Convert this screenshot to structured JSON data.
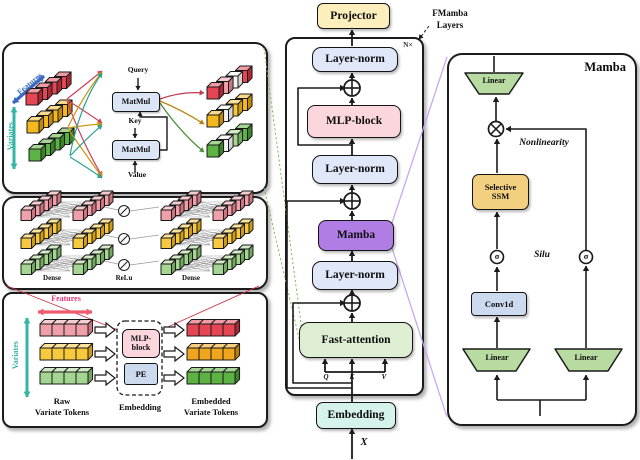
{
  "fmamba": {
    "projector": "Projector",
    "layer_norm": "Layer-norm",
    "mlp_block": "MLP-block",
    "mamba": "Mamba",
    "fast_attention": "Fast-attention",
    "embedding": "Embedding",
    "n_times": "N×",
    "fmamba_label_line1": "FMamba",
    "fmamba_label_line2": "Layers",
    "q": "Q",
    "k": "K",
    "v": "V",
    "x_input": "X"
  },
  "attention_panel": {
    "features": "Features",
    "variates": "Variates",
    "query": "Query",
    "key": "Key",
    "value": "Value",
    "matmul": "MatMul"
  },
  "dense_panel": {
    "dense_left": "Dense",
    "relu": "ReLu",
    "dense_right": "Dense"
  },
  "embedding_panel": {
    "features": "Features",
    "variates": "Variates",
    "mlp_line1": "MLP-",
    "mlp_line2": "block",
    "pe": "PE",
    "raw_line1": "Raw",
    "raw_line2": "Variate Tokens",
    "embedding": "Embedding",
    "embedded_line1": "Embedded",
    "embedded_line2": "Variate Tokens"
  },
  "mamba_panel": {
    "title": "Mamba",
    "linear_top": "Linear",
    "linear_left": "Linear",
    "linear_right": "Linear",
    "nonlinearity": "Nonlinearity",
    "ssm_line1": "Selective",
    "ssm_line2": "SSM",
    "silu": "Silu",
    "conv1d": "Conv1d",
    "sigma_left": "σ",
    "sigma_right": "σ"
  },
  "colors": {
    "stroke": "#1a1a1a",
    "box_projector": "#fcefbc",
    "box_layernorm": "#dfe7f8",
    "box_mlp": "#fbd7dd",
    "box_mamba": "#b07de4",
    "box_fast_attention": "#ddeed2",
    "box_embedding": "#d5f2ec",
    "box_matmul": "#dbe5f6",
    "box_ssm": "#f2d080",
    "box_conv": "#ccdaf0",
    "box_pe": "#ccdaf0",
    "trapezoid_fill": "#b8dba2",
    "connector_green": "#7ab648",
    "connector_red": "#cc3344",
    "connector_purple": "#c5a3f2",
    "curve_red": "#d04058",
    "curve_gold": "#c8960f",
    "curve_teal": "#2ba390",
    "out_red": "#c23a50",
    "out_gold": "#b8860b",
    "out_green": "#4e8f3a",
    "features_blue": "#3b6ac4",
    "features_pink": "#e03a78",
    "variates_teal": "#35b5a5",
    "dbl_red": "#ef5b6e",
    "mesh_gray": "#9a9a9a",
    "cube": {
      "red": {
        "f": "#e64653",
        "t": "#f19ba4",
        "s": "#aa2836"
      },
      "pink": {
        "f": "#ef9fa9",
        "t": "#f7cdd2",
        "s": "#cc7580"
      },
      "yellow": {
        "f": "#f5b91f",
        "t": "#fad98a",
        "s": "#bf8a0a"
      },
      "paleYellow": {
        "f": "#f6c93f",
        "t": "#fbe39c",
        "s": "#cf9c14"
      },
      "green": {
        "f": "#5cb344",
        "t": "#a6d695",
        "s": "#3b822a"
      },
      "paleGreen": {
        "f": "#a5d691",
        "t": "#d2ebc6",
        "s": "#74a861"
      },
      "gold": {
        "f": "#f0a51f",
        "t": "#f7cf7e",
        "s": "#b97d08"
      },
      "white": {
        "f": "#f2f2f2",
        "t": "#fdfdfd",
        "s": "#d5d5d5"
      }
    }
  }
}
